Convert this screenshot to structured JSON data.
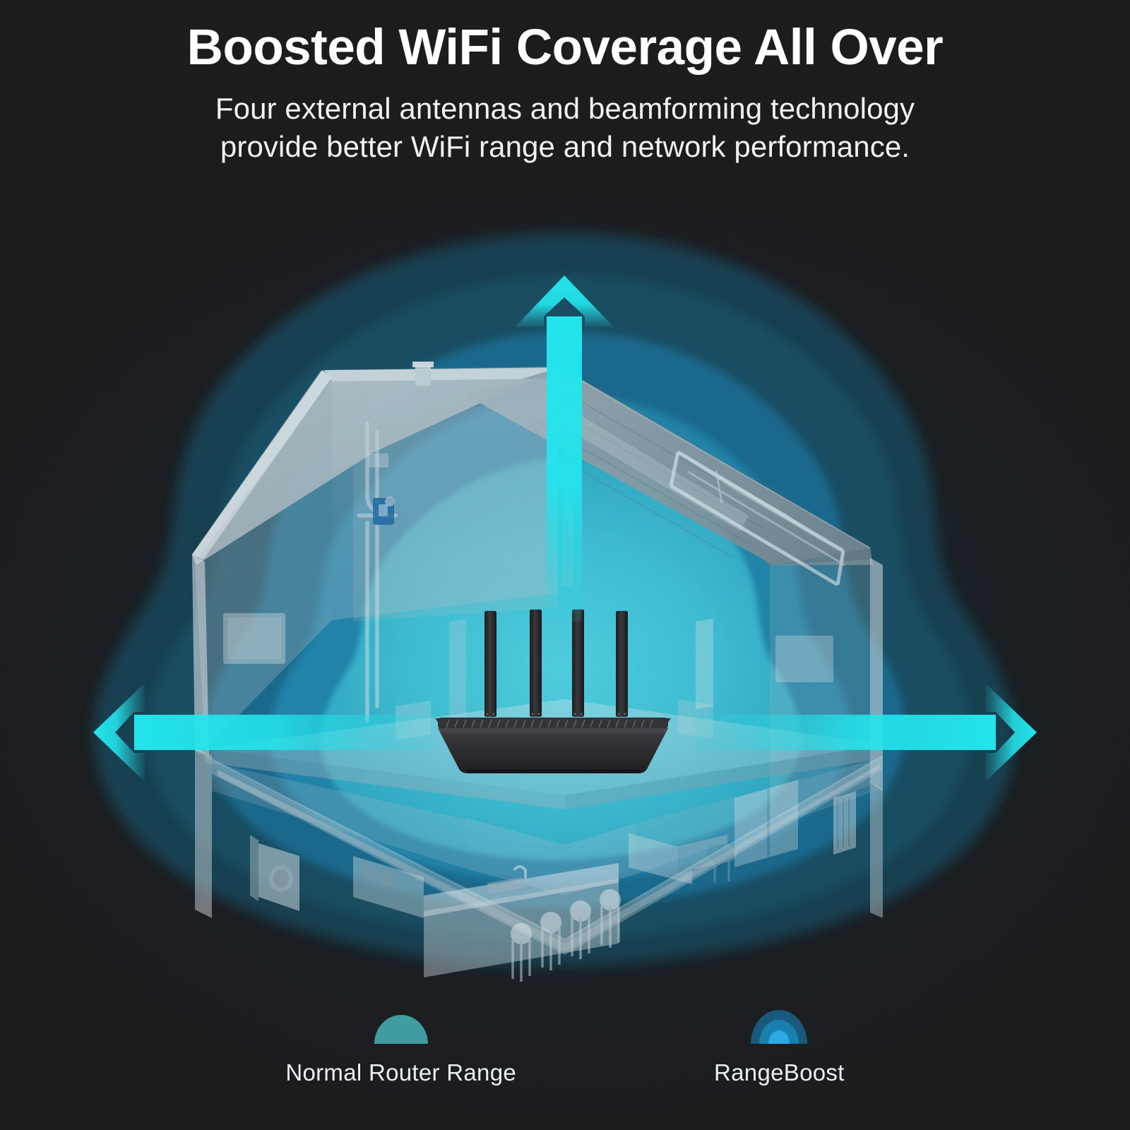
{
  "header": {
    "title": "Boosted WiFi Coverage All Over",
    "subtitle_line1": "Four external antennas and beamforming technology",
    "subtitle_line2": "provide better WiFi range and network performance."
  },
  "legend": {
    "items": [
      {
        "label": "Normal Router Range",
        "swatch_icon": "dome-swatch-single",
        "colors": [
          "#3f9ca0"
        ]
      },
      {
        "label": "RangeBoost",
        "swatch_icon": "dome-swatch-layered",
        "colors": [
          "#195a7c",
          "#1780ae",
          "#2ba9e2"
        ]
      }
    ]
  },
  "illustration": {
    "scene_name": "cutaway-house-wifi-coverage",
    "device": {
      "name": "wifi-router",
      "antenna_count": 4,
      "body_color": "#2a2a2c"
    },
    "arrows": [
      {
        "name": "coverage-arrow-up",
        "direction": "up",
        "color": "#23e5ec"
      },
      {
        "name": "coverage-arrow-left",
        "direction": "left",
        "color": "#23e5ec"
      },
      {
        "name": "coverage-arrow-right",
        "direction": "right",
        "color": "#23e5ec"
      }
    ],
    "coverage_layers": [
      {
        "name": "coverage-outer",
        "color": "#17404f"
      },
      {
        "name": "coverage-mid",
        "color": "#1d6a91"
      },
      {
        "name": "coverage-inner",
        "color": "#3fc0d5"
      }
    ],
    "house_parts": [
      "roof",
      "chimney",
      "attic",
      "skylight",
      "upper-floor",
      "ground-floor",
      "kitchen-island",
      "bar-stools",
      "washing-machine",
      "attic-piping",
      "radiator"
    ]
  },
  "colors": {
    "background": "#1b1b1d",
    "background_glow": "#13303c",
    "accent_cyan": "#23e5ec",
    "coverage_outer": "#17404f",
    "coverage_mid": "#1d6a91",
    "coverage_inner": "#3fc0d5",
    "title_text": "#ffffff",
    "subtitle_text": "#f0f2f3",
    "house_light": "#cdd6da",
    "house_mid": "#9daeb6",
    "house_dark": "#6d7f88"
  }
}
